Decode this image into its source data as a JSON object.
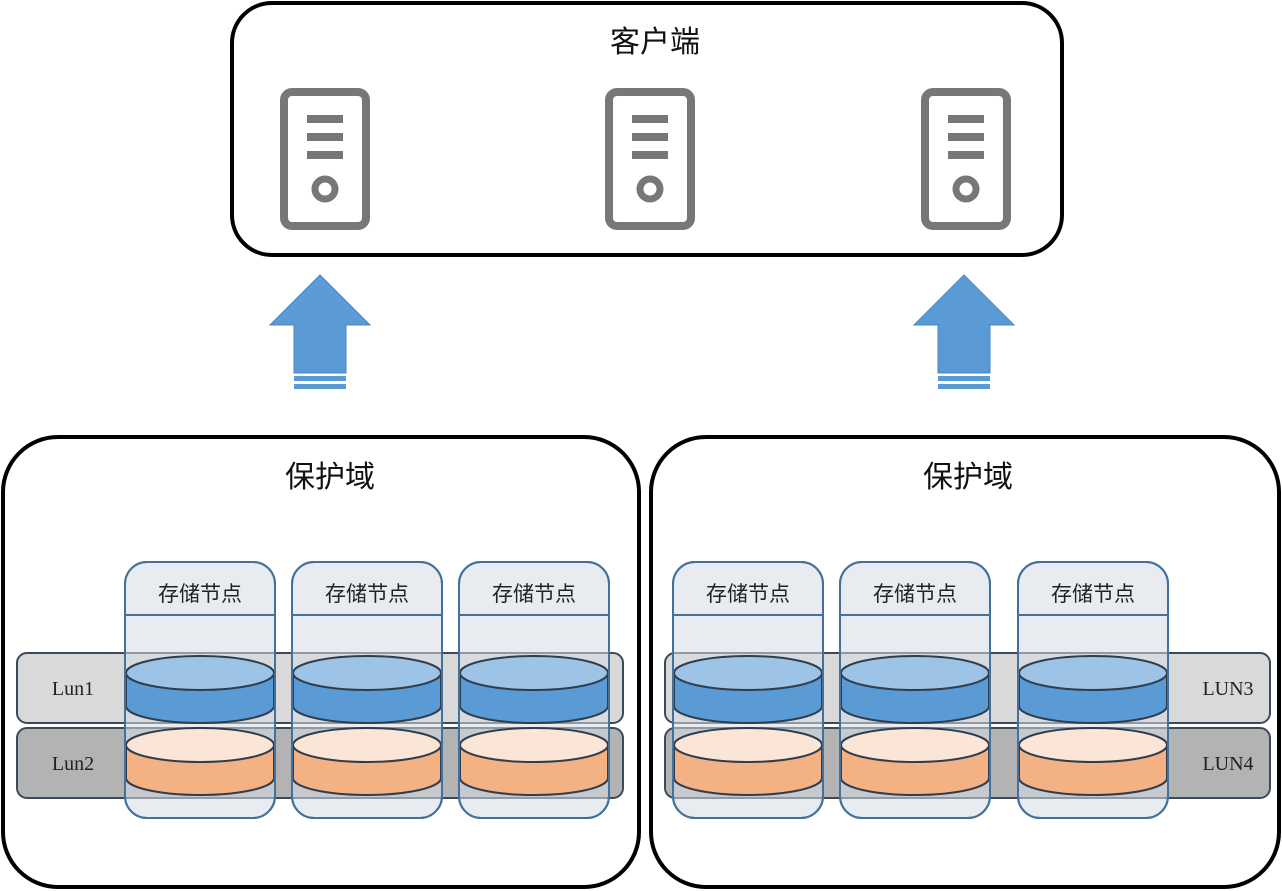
{
  "client": {
    "title": "客户端",
    "servers": [
      {
        "icon": "server-icon"
      },
      {
        "icon": "server-icon"
      },
      {
        "icon": "server-icon"
      }
    ]
  },
  "arrows": [
    {
      "direction": "up",
      "color": "#5b9bd5"
    },
    {
      "direction": "up",
      "color": "#5b9bd5"
    }
  ],
  "domains": [
    {
      "title": "保护域",
      "nodes": [
        "存储节点",
        "存储节点",
        "存储节点"
      ],
      "luns": [
        {
          "label": "Lun1",
          "disk_color": "blue"
        },
        {
          "label": "Lun2",
          "disk_color": "orange"
        }
      ],
      "lun_label_side": "left"
    },
    {
      "title": "保护域",
      "nodes": [
        "存储节点",
        "存储节点",
        "存储节点"
      ],
      "luns": [
        {
          "label": "LUN3",
          "disk_color": "blue"
        },
        {
          "label": "LUN4",
          "disk_color": "orange"
        }
      ],
      "lun_label_side": "right"
    }
  ],
  "colors": {
    "server_gray": "#777777",
    "arrow_blue": "#5b9bd5",
    "node_fill": "#d6dce4",
    "node_stroke": "#41719c",
    "lun_light": "#d9d9d9",
    "lun_dark": "#b3b3b3",
    "disk_blue_top": "#9dc3e6",
    "disk_blue_side": "#5b9bd5",
    "disk_orange_top": "#fbe5d6",
    "disk_orange_side": "#f4b183"
  }
}
